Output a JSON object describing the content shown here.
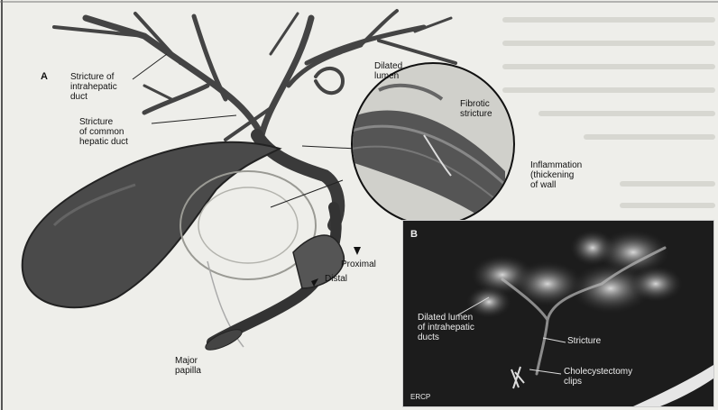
{
  "panel_a": {
    "letter": "A",
    "labels": {
      "stricture_intrahepatic": "Stricture of\nintrahepatic\nduct",
      "dilated_lumen": "Dilated\nlumen",
      "stricture_common": "Stricture\nof common\nhepatic duct",
      "fibrotic_stricture": "Fibrotic\nstricture",
      "inflammation": "Inflammation\n(thickening\nof wall",
      "proximal": "Proximal",
      "distal": "Distal",
      "major_papilla": "Major\npapilla"
    }
  },
  "panel_b": {
    "letter": "B",
    "labels": {
      "dilated_lumen_intrahepatic": "Dilated lumen\nof intrahepatic\nducts",
      "stricture": "Stricture",
      "cholecystectomy_clips": "Cholecystectomy\nclips",
      "ercp": "ERCP"
    }
  }
}
